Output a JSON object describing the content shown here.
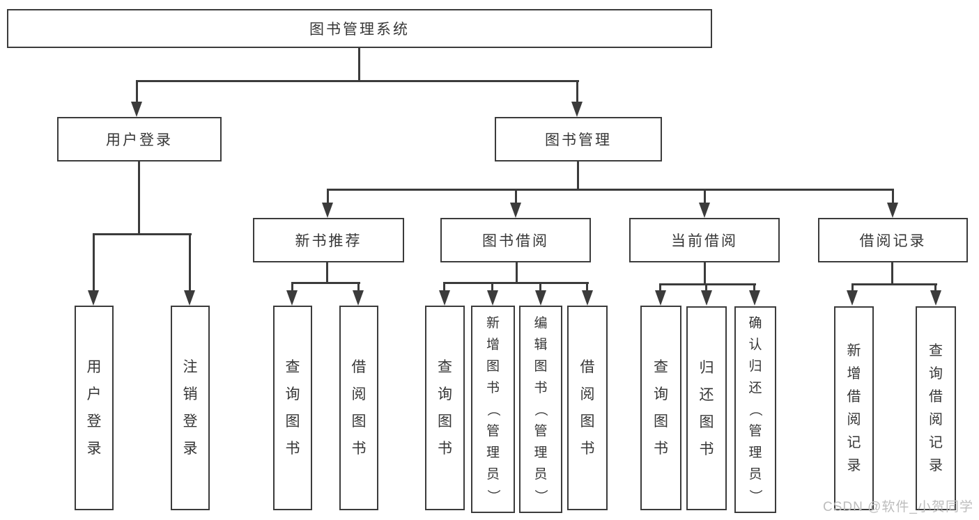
{
  "diagram": {
    "root": {
      "label": "图书管理系统"
    },
    "level1": [
      {
        "label": "用户登录"
      },
      {
        "label": "图书管理"
      }
    ],
    "level2": [
      {
        "label": "新书推荐"
      },
      {
        "label": "图书借阅"
      },
      {
        "label": "当前借阅"
      },
      {
        "label": "借阅记录"
      }
    ],
    "leaves": {
      "user_login": [
        "用户登录",
        "注销登录"
      ],
      "new_book": [
        "查询图书",
        "借阅图书"
      ],
      "book_borrow": [
        "查询图书",
        "新增图书（管理员）",
        "编辑图书（管理员）",
        "借阅图书"
      ],
      "current_borrow": [
        "查询图书",
        "归还图书",
        "确认归还（管理员）"
      ],
      "borrow_record": [
        "新增借阅记录",
        "查询借阅记录"
      ]
    },
    "colors": {
      "line": "#3b3b3b",
      "text": "#363636",
      "background": "#ffffff",
      "watermark": "#bdbdbd"
    }
  },
  "watermark": {
    "text": "CSDN @软件_小贺同学"
  }
}
